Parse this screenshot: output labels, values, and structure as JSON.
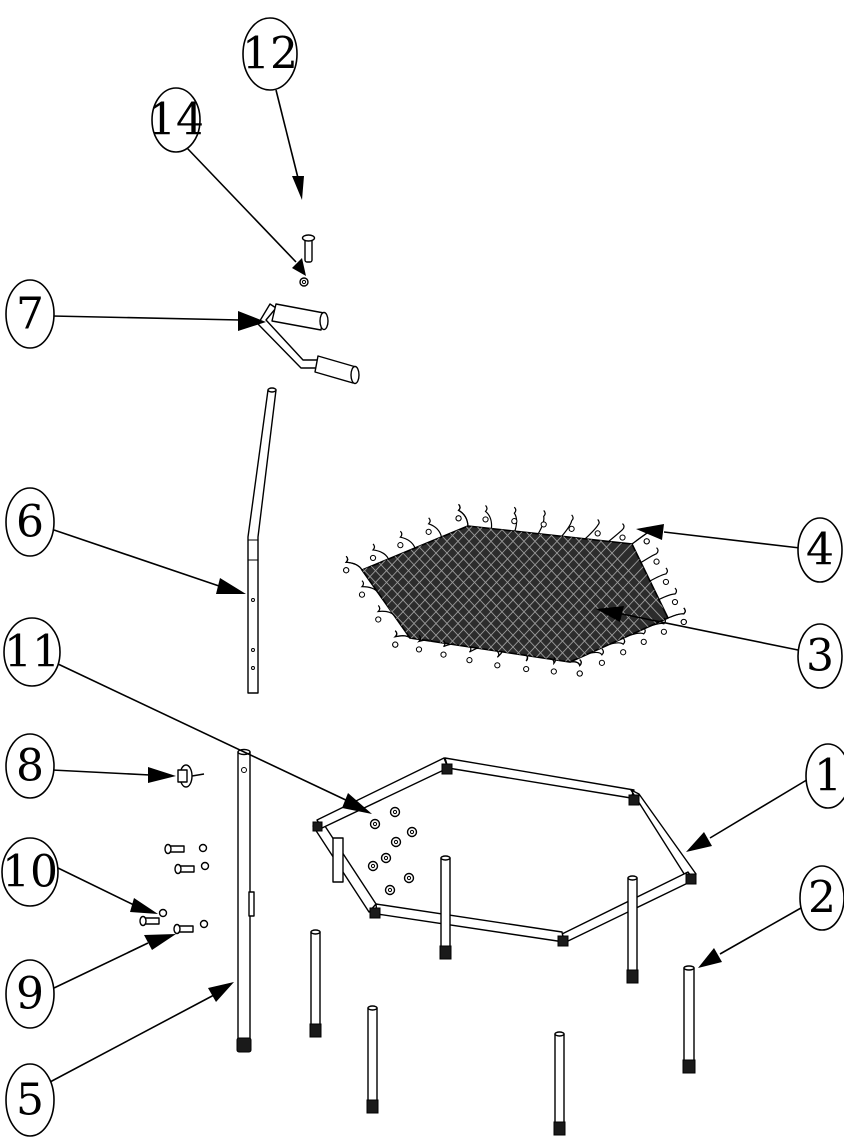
{
  "diagram": {
    "background_color": "#ffffff",
    "line_color": "#000000",
    "mat_color": "#2c2c2c",
    "callouts": [
      {
        "id": "c12",
        "label": "12"
      },
      {
        "id": "c14",
        "label": "14"
      },
      {
        "id": "c7",
        "label": "7"
      },
      {
        "id": "c6",
        "label": "6"
      },
      {
        "id": "c4",
        "label": "4"
      },
      {
        "id": "c3",
        "label": "3"
      },
      {
        "id": "c11",
        "label": "11"
      },
      {
        "id": "c8",
        "label": "8"
      },
      {
        "id": "c1",
        "label": "1"
      },
      {
        "id": "c10",
        "label": "10"
      },
      {
        "id": "c2",
        "label": "2"
      },
      {
        "id": "c9",
        "label": "9"
      },
      {
        "id": "c5",
        "label": "5"
      }
    ]
  }
}
